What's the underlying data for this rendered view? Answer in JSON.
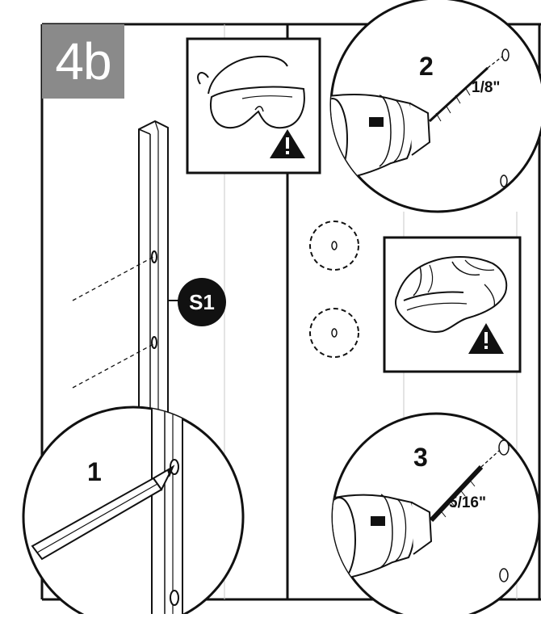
{
  "step": {
    "label": "4b"
  },
  "part": {
    "label": "S1"
  },
  "callouts": {
    "step1": {
      "number": "1"
    },
    "step2": {
      "number": "2",
      "drill_size": "1/8\""
    },
    "step3": {
      "number": "3",
      "drill_size": "5/16\""
    }
  },
  "icons": {
    "safety_glasses": "safety-glasses-icon",
    "gloves": "work-gloves-icon",
    "warning": "warning-triangle-icon",
    "drill": "power-drill-icon",
    "pencil": "pencil-icon"
  },
  "colors": {
    "ink": "#111111",
    "badge_gray": "#8a8a8a",
    "paper": "#ffffff"
  }
}
